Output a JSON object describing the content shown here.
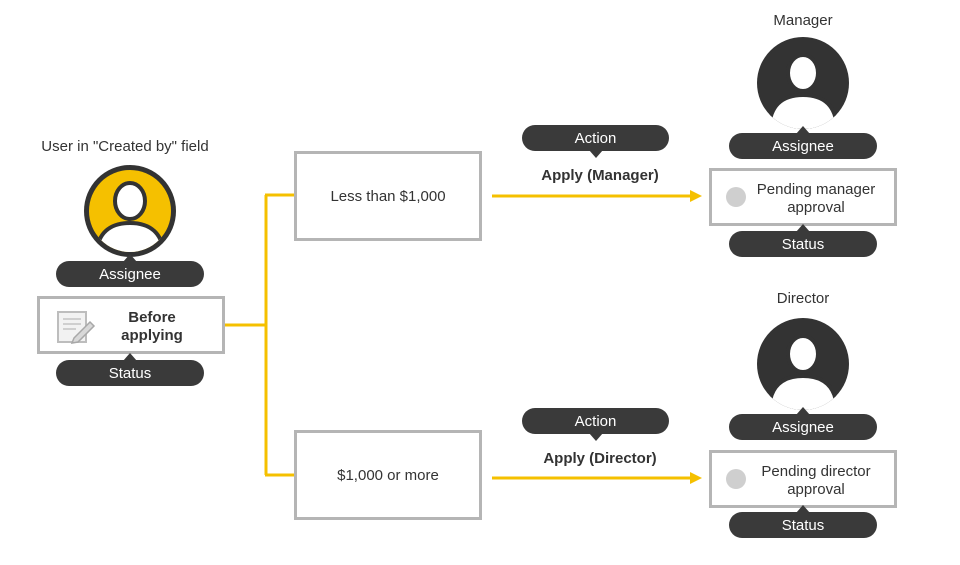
{
  "creator": {
    "caption": "User in \"Created by\" field",
    "assignee_label": "Assignee",
    "status_label": "Status",
    "status_text_line1": "Before",
    "status_text_line2": "applying"
  },
  "branches": [
    {
      "condition": "Less than $1,000",
      "action_label": "Action",
      "action_text": "Apply (Manager)"
    },
    {
      "condition": "$1,000 or more",
      "action_label": "Action",
      "action_text": "Apply (Director)"
    }
  ],
  "manager": {
    "caption": "Manager",
    "assignee_label": "Assignee",
    "status_text_line1": "Pending manager",
    "status_text_line2": "approval",
    "status_label": "Status"
  },
  "director": {
    "caption": "Director",
    "assignee_label": "Assignee",
    "status_text_line1": "Pending director",
    "status_text_line2": "approval",
    "status_label": "Status"
  },
  "colors": {
    "accent": "#f5c000",
    "avatar_dark": "#333333",
    "pill": "#3a3a3a",
    "box_border": "#b5b5b5",
    "dot": "#cfcfcf"
  },
  "icons": {
    "avatar": "user-silhouette-icon",
    "document": "document-pencil-icon"
  }
}
